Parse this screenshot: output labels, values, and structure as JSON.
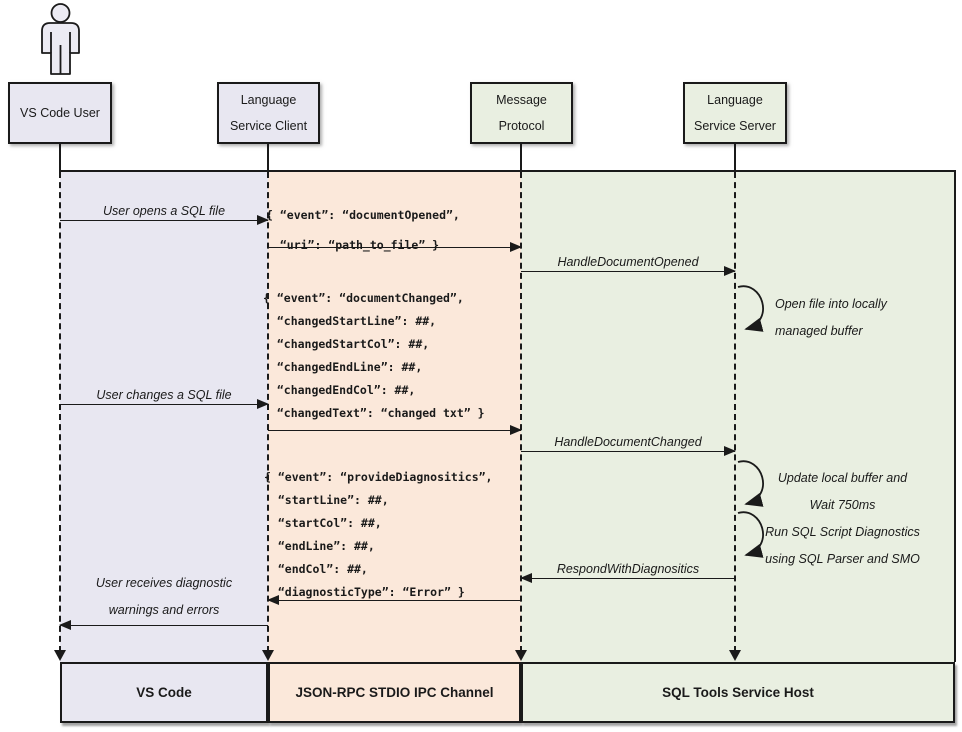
{
  "colors": {
    "user_lane": "#E8E7F1",
    "channel_lane": "#FBE8DA",
    "host_lane": "#E9EFE1",
    "ink": "#1A1A1A"
  },
  "participants": {
    "user": "VS Code User",
    "client": [
      "Language",
      "Service Client"
    ],
    "protocol": [
      "Message",
      "Protocol"
    ],
    "server": [
      "Language",
      "Service Server"
    ]
  },
  "messages": {
    "open_file": "User opens a SQL file",
    "handle_document_opened": "HandleDocumentOpened",
    "change_file": "User changes a SQL file",
    "handle_document_changed": "HandleDocumentChanged",
    "respond_with_diagnostics": "RespondWithDiagnositics",
    "receive_diagnostics": [
      "User receives diagnostic",
      "warnings and errors"
    ]
  },
  "payloads": {
    "document_opened": [
      "{ “event”: “documentOpened”,",
      "  “uri”: “path_to_file” }"
    ],
    "document_changed": [
      "{ “event”: “documentChanged”,",
      "  “changedStartLine”: ##,",
      "  “changedStartCol”: ##,",
      "  “changedEndLine”: ##,",
      "  “changedEndCol”: ##,",
      "  “changedText”: “changed txt” }"
    ],
    "provide_diagnostics": [
      "{ “event”: “provideDiagnositics”,",
      "  “startLine”: ##,",
      "  “startCol”: ##,",
      "  “endLine”: ##,",
      "  “endCol”: ##,",
      "  “diagnosticType”: “Error” }"
    ]
  },
  "notes": {
    "open_buffer": [
      "Open file into locally",
      "managed buffer"
    ],
    "update_buffer": [
      "Update local buffer and",
      "Wait 750ms"
    ],
    "run_diagnostics": [
      "Run SQL Script Diagnostics",
      "using SQL Parser and SMO"
    ]
  },
  "footers": {
    "user": "VS Code",
    "channel": "JSON-RPC STDIO IPC Channel",
    "host": "SQL Tools Service Host"
  }
}
